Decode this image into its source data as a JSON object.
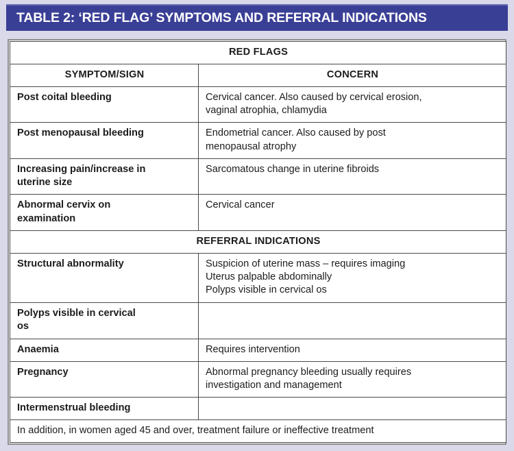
{
  "title": {
    "text": "TABLE 2: ‘RED FLAG’ SYMPTOMS AND REFERRAL INDICATIONS",
    "bar_color": "#3a3f96",
    "text_color": "#ffffff"
  },
  "colors": {
    "page_background": "#d9d9ea",
    "section_heading": "#ee1111",
    "table_border": "#4a4a4a",
    "table_outer_border": "#8e8e8e",
    "body_text": "#262626"
  },
  "table": {
    "columns": [
      {
        "key": "symptom",
        "header": "SYMPTOM/SIGN"
      },
      {
        "key": "concern",
        "header": "CONCERN"
      }
    ],
    "sections": [
      {
        "heading": "RED FLAGS",
        "rows": [
          {
            "symptom": "Post coital bleeding",
            "concern_lines": [
              "Cervical cancer. Also caused by cervical erosion,",
              "vaginal atrophia, chlamydia"
            ]
          },
          {
            "symptom": "Post menopausal  bleeding",
            "concern_lines": [
              "Endometrial cancer. Also caused by post",
              "menopausal atrophy"
            ]
          },
          {
            "symptom_lines": [
              "Increasing pain/increase in",
              "uterine size"
            ],
            "concern_lines": [
              "Sarcomatous change in uterine fibroids"
            ]
          },
          {
            "symptom_lines": [
              "Abnormal cervix on",
              "examination"
            ],
            "concern_lines": [
              "Cervical cancer"
            ]
          }
        ]
      },
      {
        "heading": "REFERRAL INDICATIONS",
        "rows": [
          {
            "symptom": "Structural abnormality",
            "concern_lines": [
              "Suspicion of uterine mass – requires imaging",
              "Uterus palpable abdominally",
              "Polyps visible in cervical os"
            ]
          },
          {
            "symptom_lines": [
              "Polyps visible in cervical",
              "os"
            ],
            "concern_lines": [
              ""
            ]
          },
          {
            "symptom": "Anaemia",
            "concern_lines": [
              "Requires intervention"
            ]
          },
          {
            "symptom": "Pregnancy",
            "concern_lines": [
              "Abnormal pregnancy bleeding usually requires",
              "investigation and management"
            ]
          },
          {
            "symptom": "Intermenstrual bleeding",
            "concern_lines": [
              ""
            ]
          }
        ]
      }
    ],
    "footer": "In addition, in women aged 45 and over, treatment failure or ineffective treatment"
  }
}
